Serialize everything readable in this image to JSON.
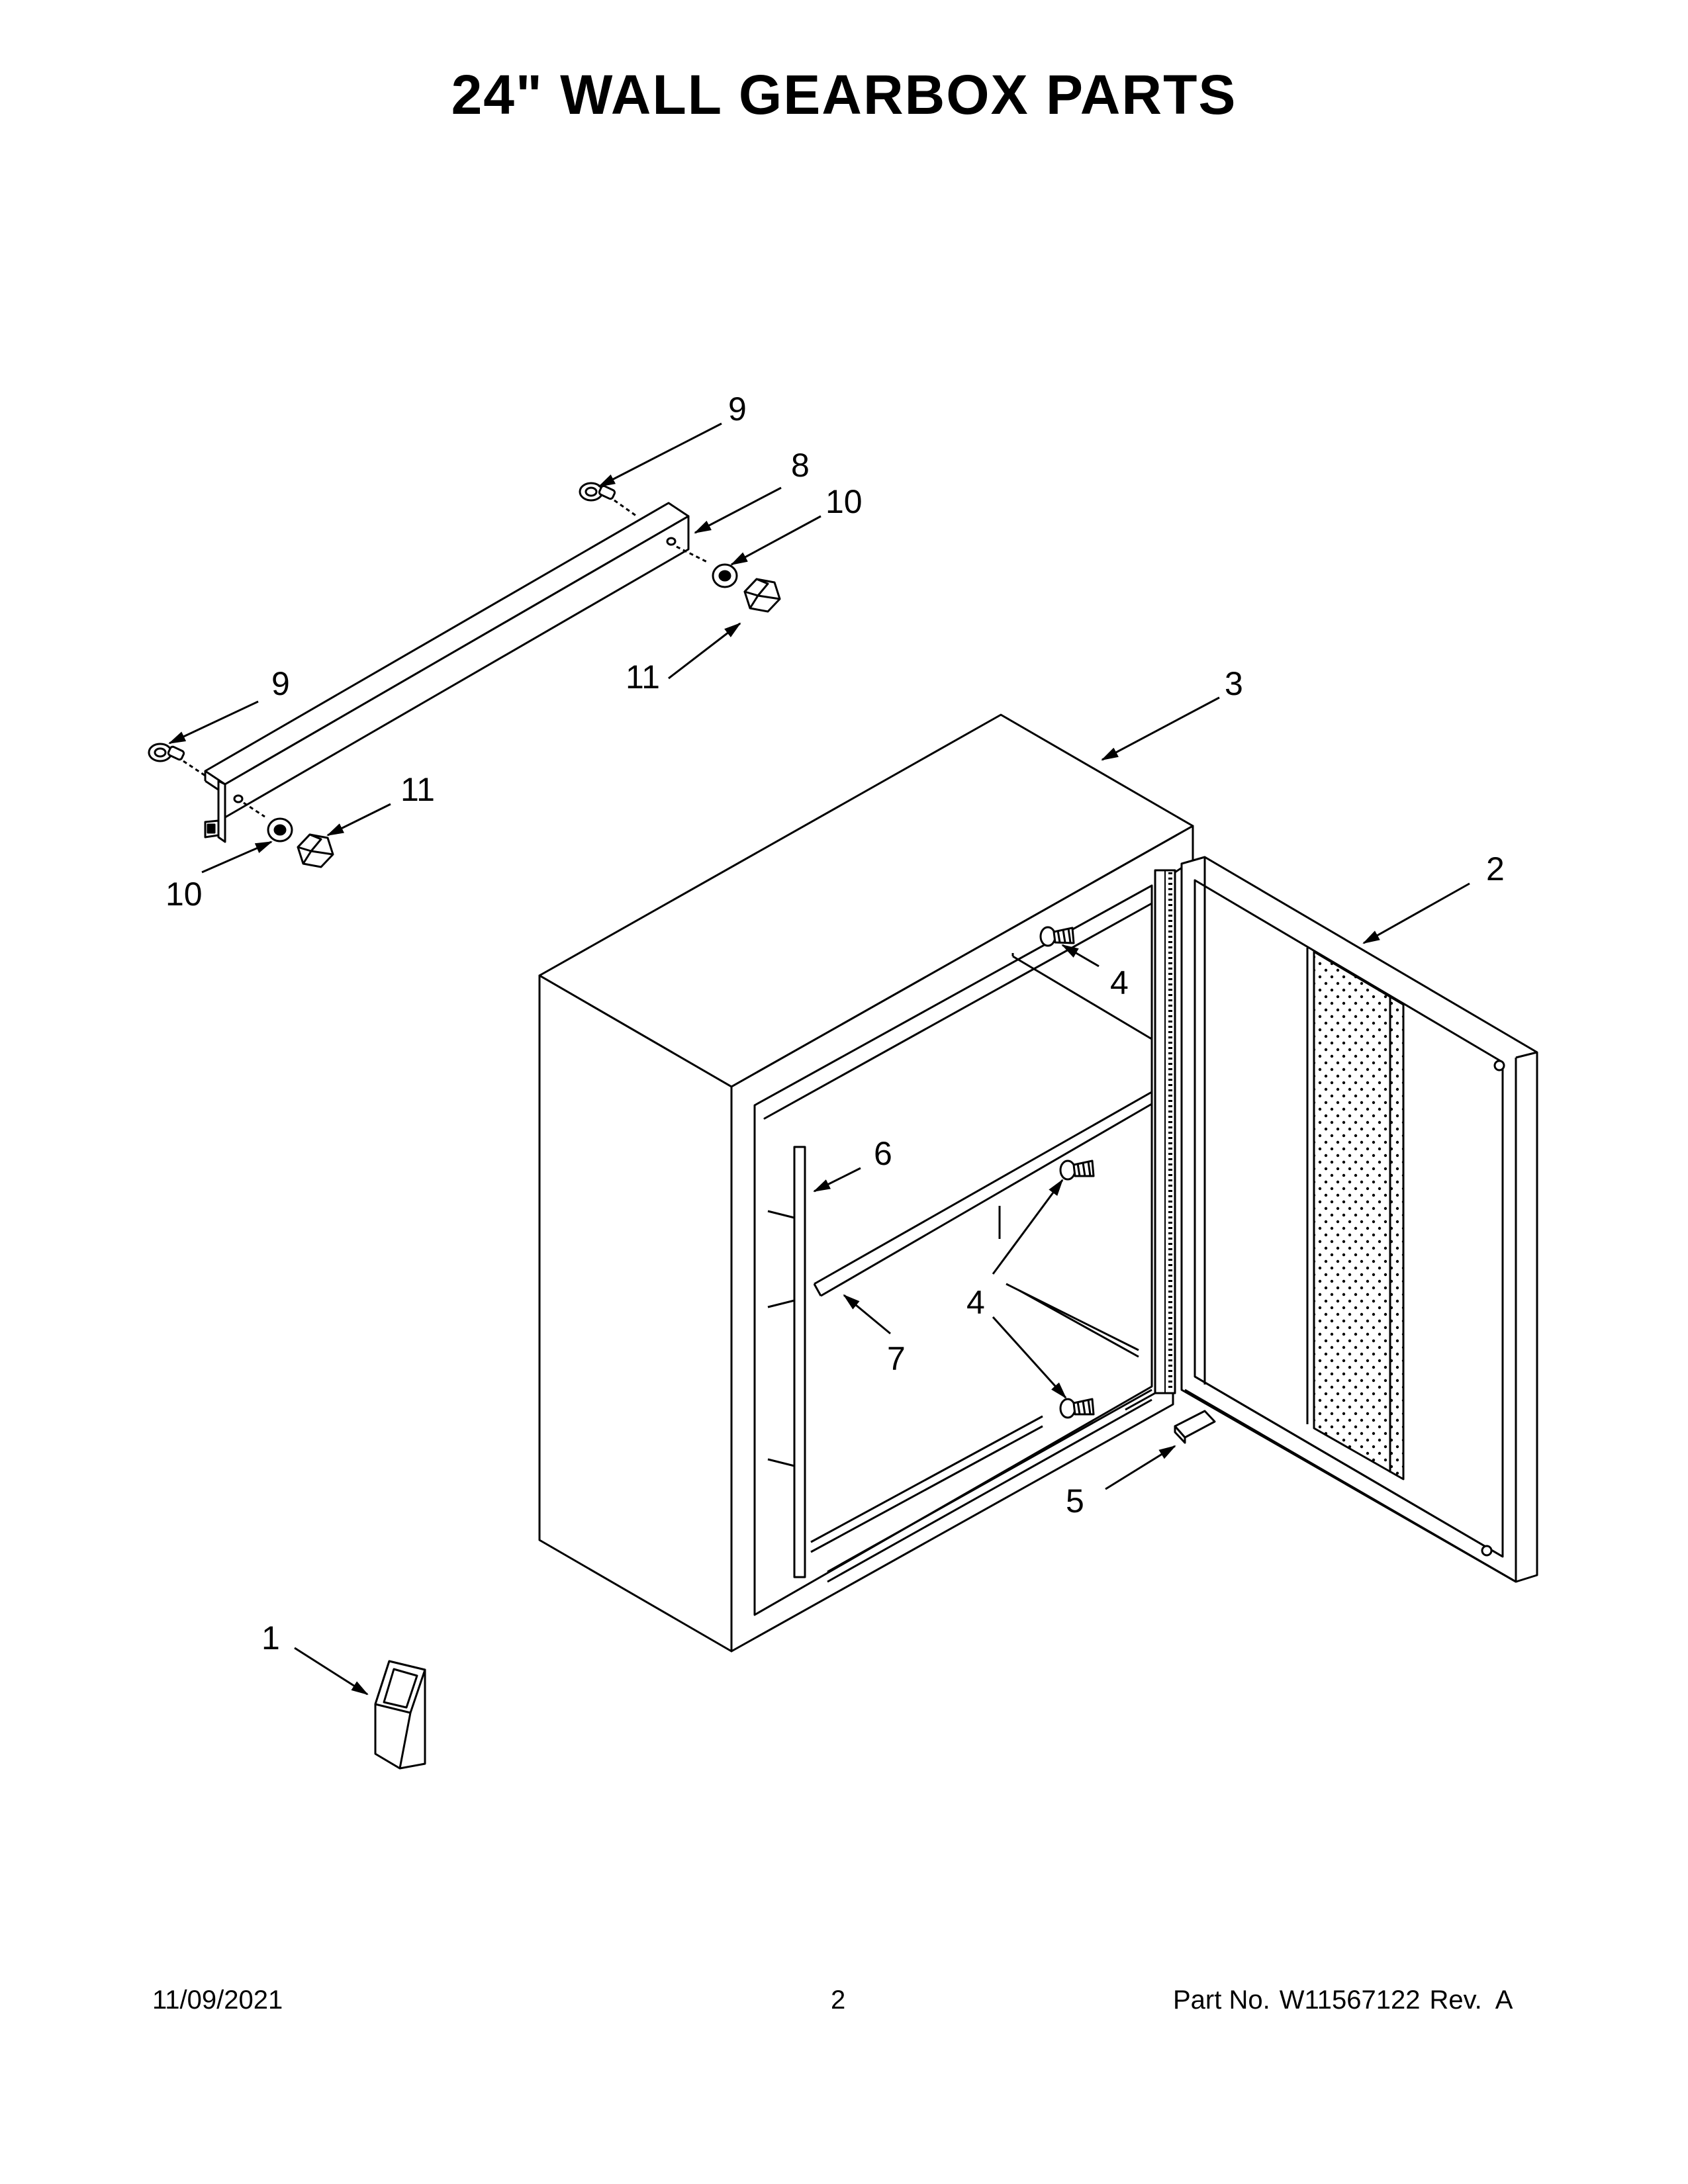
{
  "title": "24\" WALL GEARBOX PARTS",
  "callouts": {
    "c9_top": "9",
    "c8": "8",
    "c10_top": "10",
    "c11_top": "11",
    "c9_left": "9",
    "c11_left": "11",
    "c10_left": "10",
    "c3": "3",
    "c2": "2",
    "c4_top": "4",
    "c6": "6",
    "c4_mid": "4",
    "c7": "7",
    "c5": "5",
    "c1": "1"
  },
  "footer": {
    "date": "11/09/2021",
    "page": "2",
    "part_label": "Part No.",
    "part_number": "W11567122",
    "rev": "Rev.  A"
  }
}
